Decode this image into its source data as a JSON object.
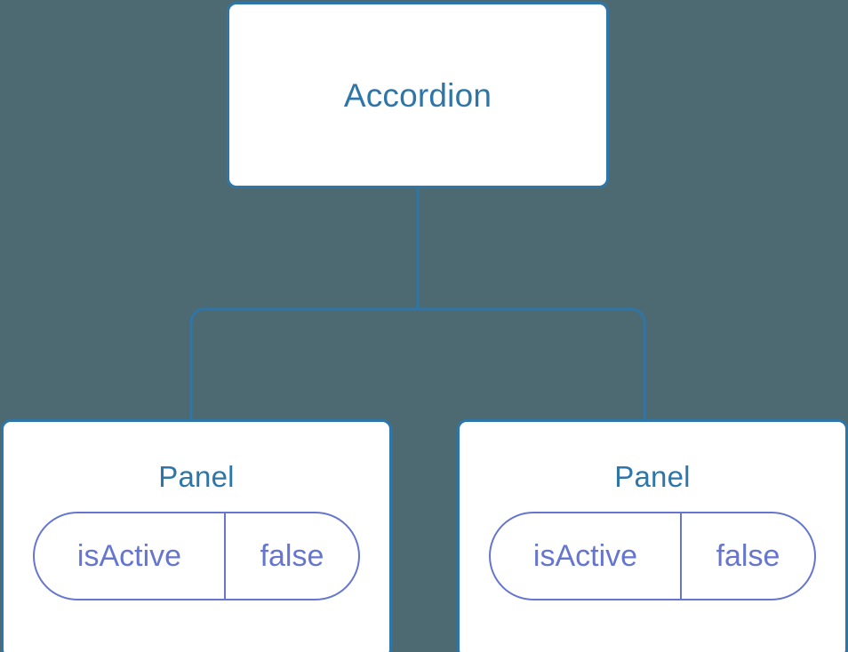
{
  "diagram": {
    "type": "component-tree",
    "background_color": "#4d6a73",
    "node_border_color": "#2f76a8",
    "node_fill_color": "#ffffff",
    "edge_color": "#2f76a8",
    "state_badge_color": "#6676d0",
    "root": {
      "label": "Accordion"
    },
    "children": [
      {
        "label": "Panel",
        "state": {
          "key": "isActive",
          "value": "false"
        }
      },
      {
        "label": "Panel",
        "state": {
          "key": "isActive",
          "value": "false"
        }
      }
    ]
  }
}
